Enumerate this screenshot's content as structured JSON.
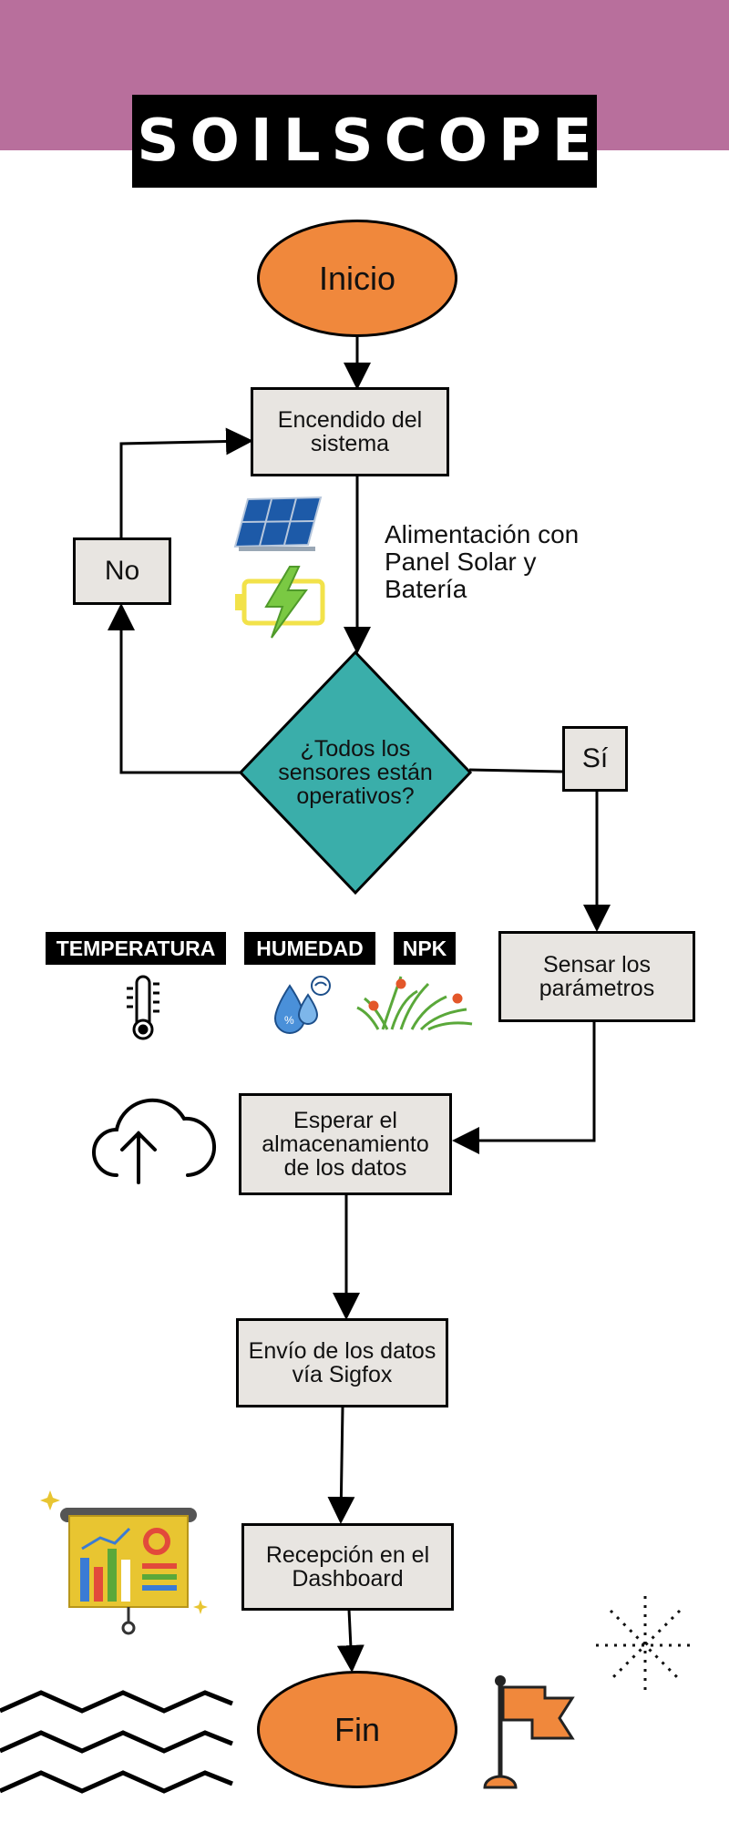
{
  "title": "SOILSCOPE",
  "colors": {
    "header_band": "#b86f9c",
    "terminal_fill": "#f0883c",
    "decision_fill": "#3aaeaa",
    "process_fill": "#e8e5e1"
  },
  "flow": {
    "start": "Inicio",
    "power_on": "Encendido del sistema",
    "power_note": "Alimentación con Panel Solar y Batería",
    "decision": "¿Todos los sensores están operativos?",
    "no_label": "No",
    "yes_label": "Sí",
    "sense": "Sensar los parámetros",
    "wait_store": "Esperar el almacenamiento de los datos",
    "send": "Envío de los datos vía Sigfox",
    "receive": "Recepción en el Dashboard",
    "end": "Fin"
  },
  "sensors": {
    "temperature": "TEMPERATURA",
    "humidity": "HUMEDAD",
    "npk": "NPK"
  },
  "icons": [
    "solar-panel-icon",
    "battery-charging-icon",
    "thermometer-icon",
    "humidity-drop-icon",
    "plant-flowers-icon",
    "cloud-upload-icon",
    "dashboard-board-icon",
    "sparkle-burst-icon",
    "flag-icon"
  ]
}
